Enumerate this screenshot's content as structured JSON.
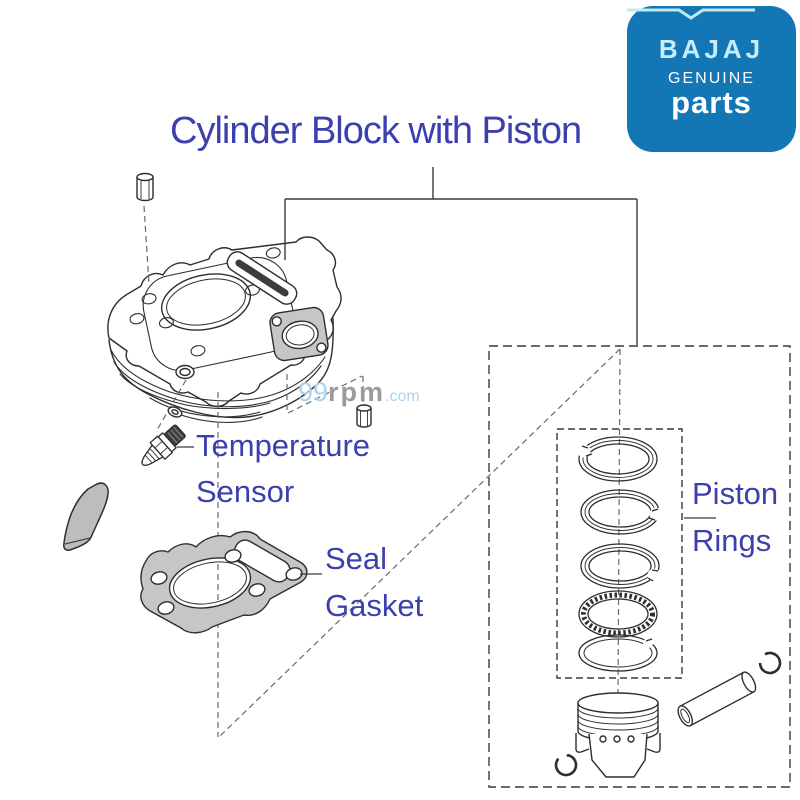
{
  "title": {
    "text": "Cylinder Block with Piston",
    "color": "#3c40af"
  },
  "labels": {
    "color": "#3c40af",
    "temperature_sensor": {
      "line1": "Temperature",
      "line2": "Sensor"
    },
    "seal_gasket": {
      "line1": "Seal",
      "line2": "Gasket"
    },
    "piston_rings": {
      "line1": "Piston",
      "line2": "Rings"
    }
  },
  "watermark": {
    "prefix": "99",
    "mid": "rpm",
    "suffix": ".com",
    "prefix_color": "#a9d4eb",
    "mid_color": "#9b9b9b"
  },
  "logo": {
    "brand": "BAJAJ",
    "line1": "GENUINE",
    "line2": "parts",
    "bg_color": "#1377b6",
    "brand_color": "#c9ecf9",
    "text_color": "#ffffff"
  },
  "diagram_line_colors": {
    "part_outline": "#2e2e2e",
    "dashed_projection": "#6a6a6a",
    "gasket_fill": "#c6c6c6"
  }
}
